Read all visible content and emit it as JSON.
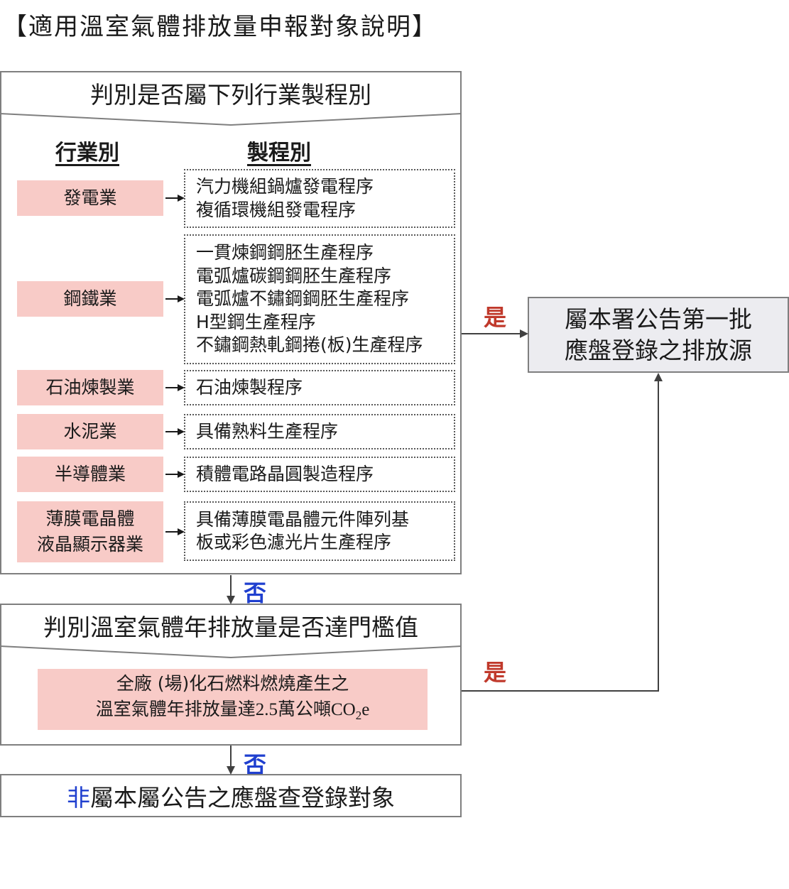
{
  "title": "【適用溫室氣體排放量申報對象說明】",
  "step1": {
    "header": "判別是否屬下列行業製程別",
    "industry_heading": "行業別",
    "process_heading": "製程別",
    "rows": [
      {
        "industry": [
          "發電業"
        ],
        "processes": [
          "汽力機組鍋爐發電程序",
          "複循環機組發電程序"
        ]
      },
      {
        "industry": [
          "鋼鐵業"
        ],
        "processes": [
          "一貫煉鋼鋼胚生產程序",
          "電弧爐碳鋼鋼胚生產程序",
          "電弧爐不鏽鋼鋼胚生產程序",
          "H型鋼生產程序",
          "不鏽鋼熱軋鋼捲(板)生產程序"
        ]
      },
      {
        "industry": [
          "石油煉製業"
        ],
        "processes": [
          "石油煉製程序"
        ]
      },
      {
        "industry": [
          "水泥業"
        ],
        "processes": [
          "具備熟料生產程序"
        ]
      },
      {
        "industry": [
          "半導體業"
        ],
        "processes": [
          "積體電路晶圓製造程序"
        ]
      },
      {
        "industry": [
          "薄膜電晶體",
          "液晶顯示器業"
        ],
        "processes": [
          "具備薄膜電晶體元件陣列基",
          "板或彩色濾光片生產程序"
        ]
      }
    ],
    "yes_label": "是",
    "no_label": "否"
  },
  "outcome_yes": {
    "lines": [
      "屬本署公告第一批",
      "應盤登錄之排放源"
    ]
  },
  "step2": {
    "header": "判別溫室氣體年排放量是否達門檻值",
    "criterion_line1": "全廠 (場)化石燃料燃燒產生之",
    "criterion_line2_prefix": "溫室氣體年排放量達",
    "criterion_value": "2.5",
    "criterion_unit": "萬公噸",
    "criterion_gas": "CO",
    "criterion_gas_sub": "2",
    "criterion_gas_suffix": "e",
    "yes_label": "是",
    "no_label": "否"
  },
  "outcome_no": {
    "negation": "非",
    "text": "屬本屬公告之應盤查登錄對象"
  },
  "colors": {
    "industry_fill": "#f8cbc7",
    "outcome_fill": "#ececf0",
    "yes_text": "#c0392b",
    "no_text": "#1f3fcf",
    "border": "#7f7f7f"
  }
}
